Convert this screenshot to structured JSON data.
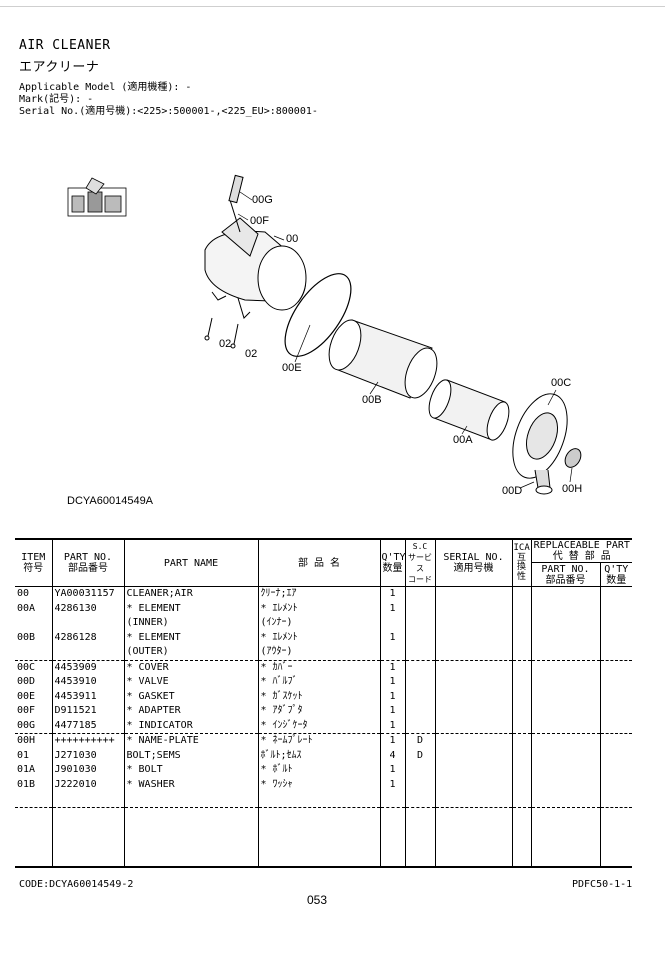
{
  "title_en": "AIR CLEANER",
  "title_jp": "エアクリーナ",
  "applicable_model": "Applicable Model (適用機種): -",
  "mark": "Mark(記号): -",
  "serial": "Serial No.(適用号機):<225>:500001-,<225_EU>:800001-",
  "diagram": {
    "code": "DCYA60014549A",
    "callouts": [
      "00G",
      "00F",
      "00",
      "02",
      "02",
      "00E",
      "00B",
      "00A",
      "00C",
      "00D",
      "00H"
    ]
  },
  "table": {
    "headers": {
      "item_en": "ITEM",
      "item_jp": "符号",
      "partno_en": "PART NO.",
      "partno_jp": "部品番号",
      "partname": "PART NAME",
      "jp_name": "部 品 名",
      "qty_en": "Q'TY",
      "qty_jp": "数量",
      "sc_1": "S.C",
      "sc_2": "サービス",
      "sc_3": "コード",
      "serial_en": "SERIAL NO.",
      "serial_jp": "適用号機",
      "ica_1": "ICA",
      "ica_2": "互",
      "ica_3": "換",
      "ica_4": "性",
      "repl_en": "REPLACEABLE PART",
      "repl_jp": "代 替 部 品",
      "repl_partno_en": "PART NO.",
      "repl_partno_jp": "部品番号",
      "repl_qty_en": "Q'TY",
      "repl_qty_jp": "数量"
    },
    "rows": [
      {
        "item": "00",
        "part_no": "YA00031157",
        "name": "CLEANER;AIR",
        "jp": "ｸﾘｰﾅ;ｴｱ",
        "qty": "1",
        "sc": ""
      },
      {
        "item": "00A",
        "part_no": "4286130",
        "name": "* ELEMENT",
        "jp": "* ｴﾚﾒﾝﾄ",
        "qty": "1",
        "sc": ""
      },
      {
        "item": "",
        "part_no": "",
        "name": "(INNER)",
        "jp": "(ｲﾝﾅｰ)",
        "qty": "",
        "sc": ""
      },
      {
        "item": "00B",
        "part_no": "4286128",
        "name": "* ELEMENT",
        "jp": "* ｴﾚﾒﾝﾄ",
        "qty": "1",
        "sc": ""
      },
      {
        "item": "",
        "part_no": "",
        "name": "(OUTER)",
        "jp": "(ｱｳﾀｰ)",
        "qty": "",
        "sc": ""
      },
      {
        "item": "00C",
        "part_no": "4453909",
        "name": "* COVER",
        "jp": "* ｶﾊﾞｰ",
        "qty": "1",
        "sc": ""
      },
      {
        "item": "00D",
        "part_no": "4453910",
        "name": "* VALVE",
        "jp": "* ﾊﾞﾙﾌﾞ",
        "qty": "1",
        "sc": ""
      },
      {
        "item": "00E",
        "part_no": "4453911",
        "name": "* GASKET",
        "jp": "* ｶﾞｽｹｯﾄ",
        "qty": "1",
        "sc": ""
      },
      {
        "item": "00F",
        "part_no": "D911521",
        "name": "* ADAPTER",
        "jp": "* ｱﾀﾞﾌﾟﾀ",
        "qty": "1",
        "sc": ""
      },
      {
        "item": "00G",
        "part_no": "4477185",
        "name": "* INDICATOR",
        "jp": "* ｲﾝｼﾞｹｰﾀ",
        "qty": "1",
        "sc": ""
      },
      {
        "item": "00H",
        "part_no": "++++++++++",
        "name": "* NAME-PLATE",
        "jp": "* ﾈｰﾑﾌﾟﾚｰﾄ",
        "qty": "1",
        "sc": "D"
      },
      {
        "item": "01",
        "part_no": "J271030",
        "name": "BOLT;SEMS",
        "jp": "ﾎﾞﾙﾄ;ｾﾑｽ",
        "qty": "4",
        "sc": "D"
      },
      {
        "item": "01A",
        "part_no": "J901030",
        "name": "* BOLT",
        "jp": "* ﾎﾞﾙﾄ",
        "qty": "1",
        "sc": ""
      },
      {
        "item": "01B",
        "part_no": "J222010",
        "name": "* WASHER",
        "jp": "* ﾜｯｼｬ",
        "qty": "1",
        "sc": ""
      }
    ]
  },
  "footer": {
    "code": "CODE:DCYA60014549-2",
    "page": "053",
    "ref": "PDFC50-1-1"
  }
}
